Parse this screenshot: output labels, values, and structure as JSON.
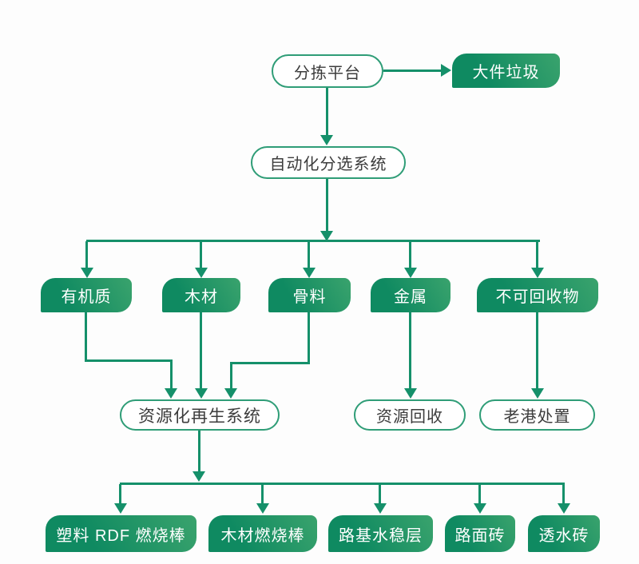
{
  "diagram": {
    "type": "flowchart",
    "colors": {
      "line_color": "#15906a",
      "node_fill_start": "#0f8a61",
      "node_fill_end": "#3aa36d",
      "pill_border": "#2f9d77",
      "pill_text": "#3c3c3c",
      "node_text": "#ffffff",
      "background": "#fdfdfd"
    },
    "nodes": {
      "sorting_platform": {
        "label": "分拣平台",
        "type": "pill"
      },
      "bulky_waste": {
        "label": "大件垃圾",
        "type": "solid"
      },
      "auto_sorting_system": {
        "label": "自动化分选系统",
        "type": "pill"
      },
      "organic": {
        "label": "有机质",
        "type": "solid"
      },
      "wood": {
        "label": "木材",
        "type": "solid"
      },
      "aggregate": {
        "label": "骨料",
        "type": "solid"
      },
      "metal": {
        "label": "金属",
        "type": "solid"
      },
      "non_recyclable": {
        "label": "不可回收物",
        "type": "solid"
      },
      "resource_regeneration_system": {
        "label": "资源化再生系统",
        "type": "pill"
      },
      "resource_recovery": {
        "label": "资源回收",
        "type": "pill"
      },
      "laogang_disposal": {
        "label": "老港处置",
        "type": "pill"
      },
      "plastic_rdf_rod": {
        "label": "塑料 RDF 燃烧棒",
        "type": "solid"
      },
      "wood_rod": {
        "label": "木材燃烧棒",
        "type": "solid"
      },
      "roadbase_layer": {
        "label": "路基水稳层",
        "type": "solid"
      },
      "pavement_brick": {
        "label": "路面砖",
        "type": "solid"
      },
      "permeable_brick": {
        "label": "透水砖",
        "type": "solid"
      }
    },
    "edges": [
      {
        "from": "分拣平台",
        "to": "大件垃圾"
      },
      {
        "from": "分拣平台",
        "to": "自动化分选系统"
      },
      {
        "from": "自动化分选系统",
        "to": "有机质"
      },
      {
        "from": "自动化分选系统",
        "to": "木材"
      },
      {
        "from": "自动化分选系统",
        "to": "骨料"
      },
      {
        "from": "自动化分选系统",
        "to": "金属"
      },
      {
        "from": "自动化分选系统",
        "to": "不可回收物"
      },
      {
        "from": "有机质",
        "to": "资源化再生系统"
      },
      {
        "from": "木材",
        "to": "资源化再生系统"
      },
      {
        "from": "骨料",
        "to": "资源化再生系统"
      },
      {
        "from": "金属",
        "to": "资源回收"
      },
      {
        "from": "不可回收物",
        "to": "老港处置"
      },
      {
        "from": "资源化再生系统",
        "to": "塑料 RDF 燃烧棒"
      },
      {
        "from": "资源化再生系统",
        "to": "木材燃烧棒"
      },
      {
        "from": "资源化再生系统",
        "to": "路基水稳层"
      },
      {
        "from": "资源化再生系统",
        "to": "路面砖"
      },
      {
        "from": "资源化再生系统",
        "to": "透水砖"
      }
    ]
  }
}
